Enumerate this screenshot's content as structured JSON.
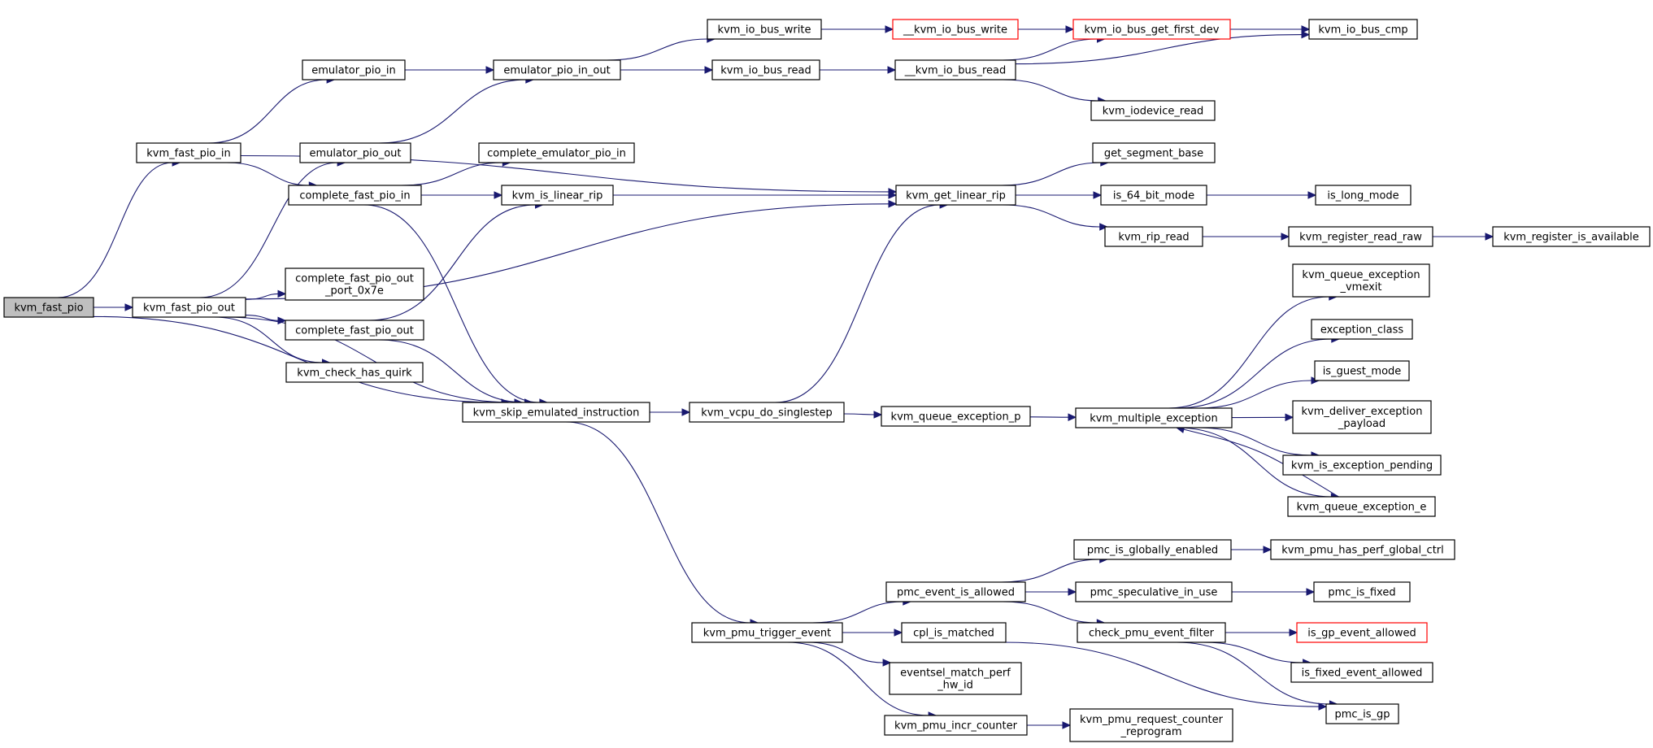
{
  "colors": {
    "edge": "#191970",
    "node_border": "#000000",
    "truncated_border": "#ff0000",
    "root_fill": "#bfbfbf",
    "background": "#ffffff"
  },
  "nodes": [
    {
      "id": "kvm_fast_pio",
      "lines": [
        "kvm_fast_pio"
      ],
      "root": true
    },
    {
      "id": "kvm_fast_pio_in",
      "lines": [
        "kvm_fast_pio_in"
      ]
    },
    {
      "id": "kvm_fast_pio_out",
      "lines": [
        "kvm_fast_pio_out"
      ]
    },
    {
      "id": "emulator_pio_in",
      "lines": [
        "emulator_pio_in"
      ]
    },
    {
      "id": "emulator_pio_out",
      "lines": [
        "emulator_pio_out"
      ]
    },
    {
      "id": "complete_fast_pio_in",
      "lines": [
        "complete_fast_pio_in"
      ]
    },
    {
      "id": "complete_fast_pio_out_port_0x7e",
      "lines": [
        "complete_fast_pio_out",
        "_port_0x7e"
      ]
    },
    {
      "id": "complete_fast_pio_out",
      "lines": [
        "complete_fast_pio_out"
      ]
    },
    {
      "id": "kvm_check_has_quirk",
      "lines": [
        "kvm_check_has_quirk"
      ]
    },
    {
      "id": "emulator_pio_in_out",
      "lines": [
        "emulator_pio_in_out"
      ]
    },
    {
      "id": "complete_emulator_pio_in",
      "lines": [
        "complete_emulator_pio_in"
      ]
    },
    {
      "id": "kvm_is_linear_rip",
      "lines": [
        "kvm_is_linear_rip"
      ]
    },
    {
      "id": "kvm_skip_emulated_instruction",
      "lines": [
        "kvm_skip_emulated_instruction"
      ]
    },
    {
      "id": "kvm_io_bus_write",
      "lines": [
        "kvm_io_bus_write"
      ]
    },
    {
      "id": "kvm_io_bus_read",
      "lines": [
        "kvm_io_bus_read"
      ]
    },
    {
      "id": "kvm_vcpu_do_singlestep",
      "lines": [
        "kvm_vcpu_do_singlestep"
      ]
    },
    {
      "id": "kvm_pmu_trigger_event",
      "lines": [
        "kvm_pmu_trigger_event"
      ]
    },
    {
      "id": "__kvm_io_bus_write",
      "lines": [
        "__kvm_io_bus_write"
      ],
      "truncated": true
    },
    {
      "id": "__kvm_io_bus_read",
      "lines": [
        "__kvm_io_bus_read"
      ]
    },
    {
      "id": "kvm_get_linear_rip",
      "lines": [
        "kvm_get_linear_rip"
      ]
    },
    {
      "id": "kvm_queue_exception_p",
      "lines": [
        "kvm_queue_exception_p"
      ]
    },
    {
      "id": "pmc_event_is_allowed",
      "lines": [
        "pmc_event_is_allowed"
      ]
    },
    {
      "id": "cpl_is_matched",
      "lines": [
        "cpl_is_matched"
      ]
    },
    {
      "id": "eventsel_match_perf_hw_id",
      "lines": [
        "eventsel_match_perf",
        "_hw_id"
      ]
    },
    {
      "id": "kvm_pmu_incr_counter",
      "lines": [
        "kvm_pmu_incr_counter"
      ]
    },
    {
      "id": "kvm_io_bus_get_first_dev",
      "lines": [
        "kvm_io_bus_get_first_dev"
      ],
      "truncated": true
    },
    {
      "id": "kvm_iodevice_read",
      "lines": [
        "kvm_iodevice_read"
      ]
    },
    {
      "id": "get_segment_base",
      "lines": [
        "get_segment_base"
      ]
    },
    {
      "id": "is_64_bit_mode",
      "lines": [
        "is_64_bit_mode"
      ]
    },
    {
      "id": "kvm_rip_read",
      "lines": [
        "kvm_rip_read"
      ]
    },
    {
      "id": "kvm_multiple_exception",
      "lines": [
        "kvm_multiple_exception"
      ]
    },
    {
      "id": "pmc_is_globally_enabled",
      "lines": [
        "pmc_is_globally_enabled"
      ]
    },
    {
      "id": "pmc_speculative_in_use",
      "lines": [
        "pmc_speculative_in_use"
      ]
    },
    {
      "id": "check_pmu_event_filter",
      "lines": [
        "check_pmu_event_filter"
      ]
    },
    {
      "id": "kvm_pmu_request_counter_reprogram",
      "lines": [
        "kvm_pmu_request_counter",
        "_reprogram"
      ]
    },
    {
      "id": "kvm_io_bus_cmp",
      "lines": [
        "kvm_io_bus_cmp"
      ]
    },
    {
      "id": "is_long_mode",
      "lines": [
        "is_long_mode"
      ]
    },
    {
      "id": "kvm_register_read_raw",
      "lines": [
        "kvm_register_read_raw"
      ]
    },
    {
      "id": "kvm_queue_exception_vmexit",
      "lines": [
        "kvm_queue_exception",
        "_vmexit"
      ]
    },
    {
      "id": "exception_class",
      "lines": [
        "exception_class"
      ]
    },
    {
      "id": "is_guest_mode",
      "lines": [
        "is_guest_mode"
      ]
    },
    {
      "id": "kvm_deliver_exception_payload",
      "lines": [
        "kvm_deliver_exception",
        "_payload"
      ]
    },
    {
      "id": "kvm_is_exception_pending",
      "lines": [
        "kvm_is_exception_pending"
      ]
    },
    {
      "id": "kvm_queue_exception_e",
      "lines": [
        "kvm_queue_exception_e"
      ]
    },
    {
      "id": "kvm_pmu_has_perf_global_ctrl",
      "lines": [
        "kvm_pmu_has_perf_global_ctrl"
      ]
    },
    {
      "id": "pmc_is_fixed",
      "lines": [
        "pmc_is_fixed"
      ]
    },
    {
      "id": "is_gp_event_allowed",
      "lines": [
        "is_gp_event_allowed"
      ],
      "truncated": true
    },
    {
      "id": "is_fixed_event_allowed",
      "lines": [
        "is_fixed_event_allowed"
      ]
    },
    {
      "id": "pmc_is_gp",
      "lines": [
        "pmc_is_gp"
      ]
    },
    {
      "id": "kvm_register_is_available",
      "lines": [
        "kvm_register_is_available"
      ]
    }
  ],
  "edges": [
    [
      "kvm_fast_pio",
      "kvm_fast_pio_in"
    ],
    [
      "kvm_fast_pio",
      "kvm_fast_pio_out"
    ],
    [
      "kvm_fast_pio",
      "kvm_skip_emulated_instruction"
    ],
    [
      "kvm_fast_pio_in",
      "emulator_pio_in"
    ],
    [
      "kvm_fast_pio_in",
      "complete_fast_pio_in"
    ],
    [
      "kvm_fast_pio_in",
      "kvm_get_linear_rip"
    ],
    [
      "kvm_fast_pio_out",
      "emulator_pio_out"
    ],
    [
      "kvm_fast_pio_out",
      "complete_fast_pio_out_port_0x7e"
    ],
    [
      "kvm_fast_pio_out",
      "complete_fast_pio_out"
    ],
    [
      "kvm_fast_pio_out",
      "kvm_check_has_quirk"
    ],
    [
      "kvm_fast_pio_out",
      "kvm_get_linear_rip"
    ],
    [
      "kvm_fast_pio_out",
      "kvm_skip_emulated_instruction"
    ],
    [
      "emulator_pio_in",
      "emulator_pio_in_out"
    ],
    [
      "emulator_pio_out",
      "emulator_pio_in_out"
    ],
    [
      "complete_fast_pio_in",
      "complete_emulator_pio_in"
    ],
    [
      "complete_fast_pio_in",
      "kvm_is_linear_rip"
    ],
    [
      "complete_fast_pio_in",
      "kvm_skip_emulated_instruction"
    ],
    [
      "complete_fast_pio_out",
      "kvm_is_linear_rip"
    ],
    [
      "complete_fast_pio_out",
      "kvm_skip_emulated_instruction"
    ],
    [
      "emulator_pio_in_out",
      "kvm_io_bus_write"
    ],
    [
      "emulator_pio_in_out",
      "kvm_io_bus_read"
    ],
    [
      "kvm_is_linear_rip",
      "kvm_get_linear_rip"
    ],
    [
      "kvm_skip_emulated_instruction",
      "kvm_vcpu_do_singlestep"
    ],
    [
      "kvm_skip_emulated_instruction",
      "kvm_pmu_trigger_event"
    ],
    [
      "kvm_io_bus_write",
      "__kvm_io_bus_write"
    ],
    [
      "kvm_io_bus_read",
      "__kvm_io_bus_read"
    ],
    [
      "kvm_vcpu_do_singlestep",
      "kvm_get_linear_rip"
    ],
    [
      "kvm_vcpu_do_singlestep",
      "kvm_queue_exception_p"
    ],
    [
      "kvm_pmu_trigger_event",
      "pmc_event_is_allowed"
    ],
    [
      "kvm_pmu_trigger_event",
      "cpl_is_matched"
    ],
    [
      "kvm_pmu_trigger_event",
      "eventsel_match_perf_hw_id"
    ],
    [
      "kvm_pmu_trigger_event",
      "kvm_pmu_incr_counter"
    ],
    [
      "__kvm_io_bus_write",
      "kvm_io_bus_get_first_dev"
    ],
    [
      "__kvm_io_bus_write",
      "kvm_io_bus_cmp"
    ],
    [
      "__kvm_io_bus_read",
      "kvm_io_bus_get_first_dev"
    ],
    [
      "__kvm_io_bus_read",
      "kvm_io_bus_cmp"
    ],
    [
      "__kvm_io_bus_read",
      "kvm_iodevice_read"
    ],
    [
      "kvm_io_bus_get_first_dev",
      "kvm_io_bus_cmp"
    ],
    [
      "kvm_get_linear_rip",
      "get_segment_base"
    ],
    [
      "kvm_get_linear_rip",
      "is_64_bit_mode"
    ],
    [
      "kvm_get_linear_rip",
      "kvm_rip_read"
    ],
    [
      "is_64_bit_mode",
      "is_long_mode"
    ],
    [
      "kvm_rip_read",
      "kvm_register_read_raw"
    ],
    [
      "kvm_register_read_raw",
      "kvm_register_is_available"
    ],
    [
      "kvm_queue_exception_p",
      "kvm_multiple_exception"
    ],
    [
      "kvm_multiple_exception",
      "kvm_queue_exception_vmexit"
    ],
    [
      "kvm_multiple_exception",
      "exception_class"
    ],
    [
      "kvm_multiple_exception",
      "is_guest_mode"
    ],
    [
      "kvm_multiple_exception",
      "kvm_deliver_exception_payload"
    ],
    [
      "kvm_multiple_exception",
      "kvm_is_exception_pending"
    ],
    [
      "kvm_multiple_exception",
      "kvm_queue_exception_e"
    ],
    [
      "kvm_queue_exception_e",
      "kvm_multiple_exception"
    ],
    [
      "pmc_event_is_allowed",
      "pmc_is_globally_enabled"
    ],
    [
      "pmc_event_is_allowed",
      "pmc_speculative_in_use"
    ],
    [
      "pmc_event_is_allowed",
      "check_pmu_event_filter"
    ],
    [
      "pmc_is_globally_enabled",
      "kvm_pmu_has_perf_global_ctrl"
    ],
    [
      "pmc_speculative_in_use",
      "pmc_is_fixed"
    ],
    [
      "check_pmu_event_filter",
      "is_gp_event_allowed"
    ],
    [
      "check_pmu_event_filter",
      "is_fixed_event_allowed"
    ],
    [
      "check_pmu_event_filter",
      "pmc_is_gp"
    ],
    [
      "cpl_is_matched",
      "pmc_is_gp"
    ],
    [
      "kvm_pmu_incr_counter",
      "kvm_pmu_request_counter_reprogram"
    ]
  ]
}
